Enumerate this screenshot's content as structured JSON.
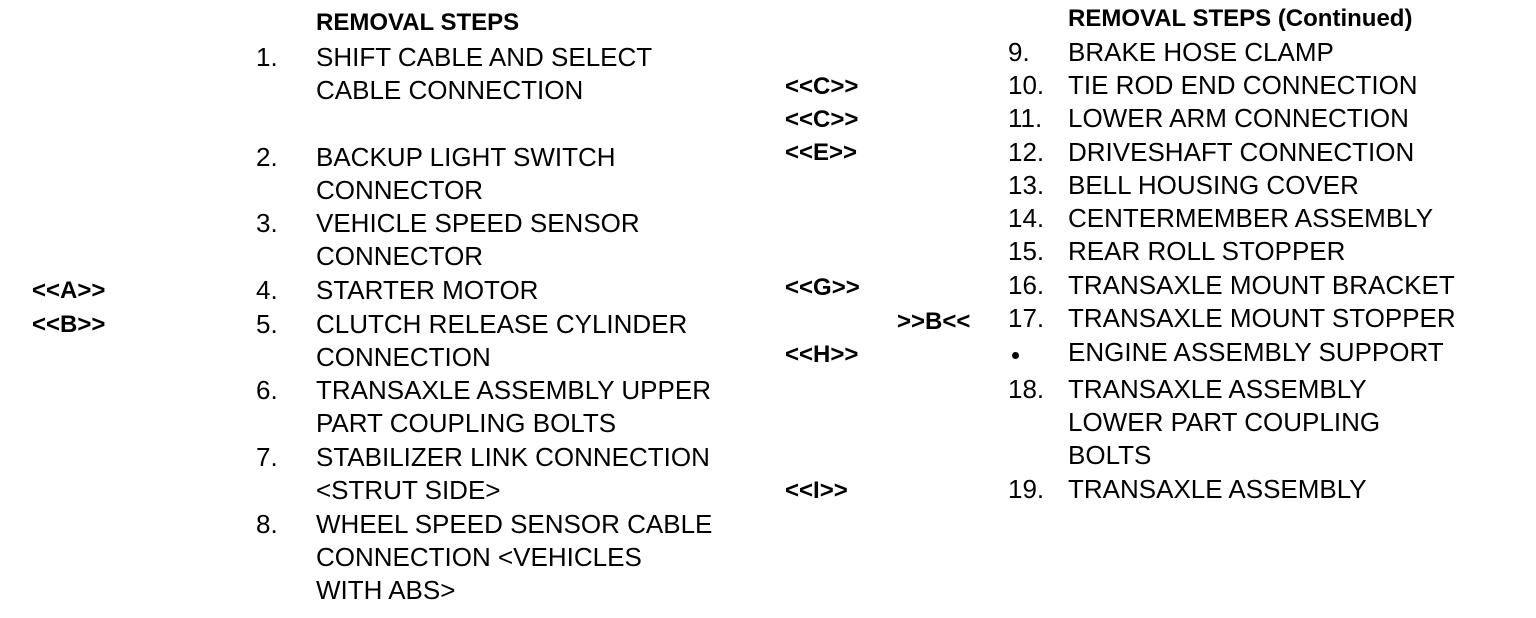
{
  "left_column": {
    "heading": "REMOVAL STEPS",
    "steps": [
      {
        "num": "1.",
        "lines": [
          "SHIFT CABLE AND SELECT",
          "CABLE CONNECTION"
        ]
      },
      {
        "num": "2.",
        "lines": [
          "BACKUP LIGHT SWITCH",
          "CONNECTOR"
        ]
      },
      {
        "num": "3.",
        "lines": [
          "VEHICLE SPEED SENSOR",
          "CONNECTOR"
        ]
      },
      {
        "num": "4.",
        "mark": "<<A>>",
        "lines": [
          "STARTER MOTOR"
        ]
      },
      {
        "num": "5.",
        "mark": "<<B>>",
        "lines": [
          "CLUTCH RELEASE CYLINDER",
          "CONNECTION"
        ]
      },
      {
        "num": "6.",
        "lines": [
          "TRANSAXLE ASSEMBLY UPPER",
          "PART COUPLING BOLTS"
        ]
      },
      {
        "num": "7.",
        "lines": [
          "STABILIZER LINK CONNECTION",
          "<STRUT SIDE>"
        ]
      },
      {
        "num": "8.",
        "lines": [
          "WHEEL SPEED SENSOR CABLE",
          "CONNECTION <VEHICLES",
          "WITH ABS>"
        ]
      }
    ]
  },
  "right_column": {
    "heading": "REMOVAL STEPS (Continued)",
    "steps": [
      {
        "num": "9.",
        "lines": [
          "BRAKE HOSE CLAMP"
        ]
      },
      {
        "num": "10.",
        "mark": "<<C>>",
        "lines": [
          "TIE ROD END CONNECTION"
        ]
      },
      {
        "num": "11.",
        "mark": "<<C>>",
        "lines": [
          "LOWER ARM CONNECTION"
        ]
      },
      {
        "num": "12.",
        "mark": "<<E>>",
        "lines": [
          "DRIVESHAFT CONNECTION"
        ]
      },
      {
        "num": "13.",
        "lines": [
          "BELL HOUSING COVER"
        ]
      },
      {
        "num": "14.",
        "lines": [
          "CENTERMEMBER ASSEMBLY"
        ]
      },
      {
        "num": "15.",
        "lines": [
          "REAR ROLL STOPPER"
        ]
      },
      {
        "num": "16.",
        "mark": "<<G>>",
        "lines": [
          "TRANSAXLE MOUNT BRACKET"
        ]
      },
      {
        "num": "17.",
        "mark2": ">>B<<",
        "lines": [
          "TRANSAXLE MOUNT STOPPER"
        ]
      },
      {
        "num": "",
        "bullet": true,
        "mark": "<<H>>",
        "lines": [
          "ENGINE ASSEMBLY SUPPORT"
        ]
      },
      {
        "num": "18.",
        "lines": [
          "TRANSAXLE ASSEMBLY",
          "LOWER PART COUPLING",
          "BOLTS"
        ]
      },
      {
        "num": "19.",
        "mark": "<<I>>",
        "lines": [
          "TRANSAXLE ASSEMBLY"
        ]
      }
    ]
  }
}
